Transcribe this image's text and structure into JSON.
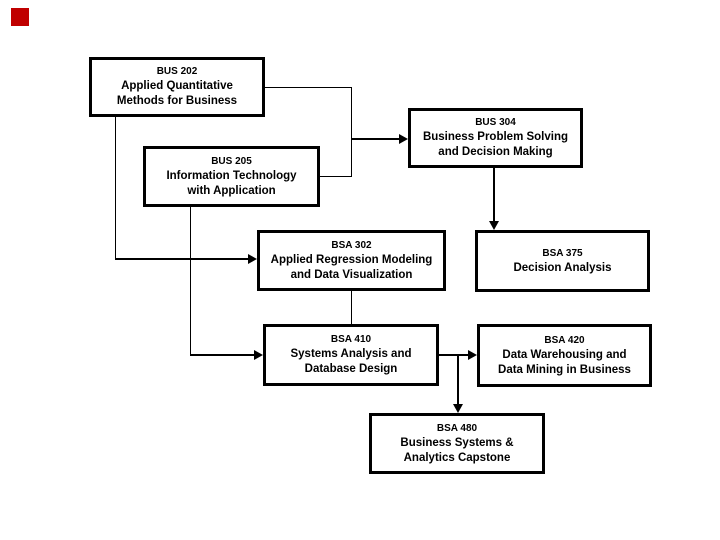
{
  "page": {
    "background_color": "#ffffff",
    "description": "Course prerequisite flowchart for Business Systems & Analytics program"
  },
  "decoration": {
    "red_square_color": "#c00000"
  },
  "courses": [
    {
      "id": "bus202",
      "code": "BUS 202",
      "line1": "Applied Quantitative",
      "line2": "Methods for Business"
    },
    {
      "id": "bus205",
      "code": "BUS 205",
      "line1": "Information Technology",
      "line2": "with Application"
    },
    {
      "id": "bus304",
      "code": "BUS 304",
      "line1": "Business Problem Solving",
      "line2": "and Decision Making"
    },
    {
      "id": "bsa302",
      "code": "BSA 302",
      "line1": "Applied Regression Modeling",
      "line2": "and Data Visualization"
    },
    {
      "id": "bsa375",
      "code": "BSA 375",
      "line1": "Decision Analysis"
    },
    {
      "id": "bsa410",
      "code": "BSA 410",
      "line1": "Systems Analysis and",
      "line2": "Database Design"
    },
    {
      "id": "bsa420",
      "code": "BSA 420",
      "line1": "Data Warehousing and",
      "line2": "Data Mining in Business"
    },
    {
      "id": "bsa480",
      "code": "BSA 480",
      "line1": "Business Systems &",
      "line2": "Analytics Capstone"
    }
  ],
  "edges": [
    {
      "from": "BUS 202",
      "to": "BUS 304"
    },
    {
      "from": "BUS 205",
      "to": "BUS 304"
    },
    {
      "from": "BUS 202",
      "to": "BSA 302"
    },
    {
      "from": "BUS 205",
      "to": "BSA 410"
    },
    {
      "from": "BUS 304",
      "to": "BSA 375"
    },
    {
      "from": "BSA 302",
      "to": "BSA 410"
    },
    {
      "from": "BSA 410",
      "to": "BSA 420"
    },
    {
      "from": "BSA 410",
      "to": "BSA 480"
    }
  ],
  "line_colors": {
    "connector": "#000000",
    "node_border": "#000000",
    "text": "#000000"
  }
}
